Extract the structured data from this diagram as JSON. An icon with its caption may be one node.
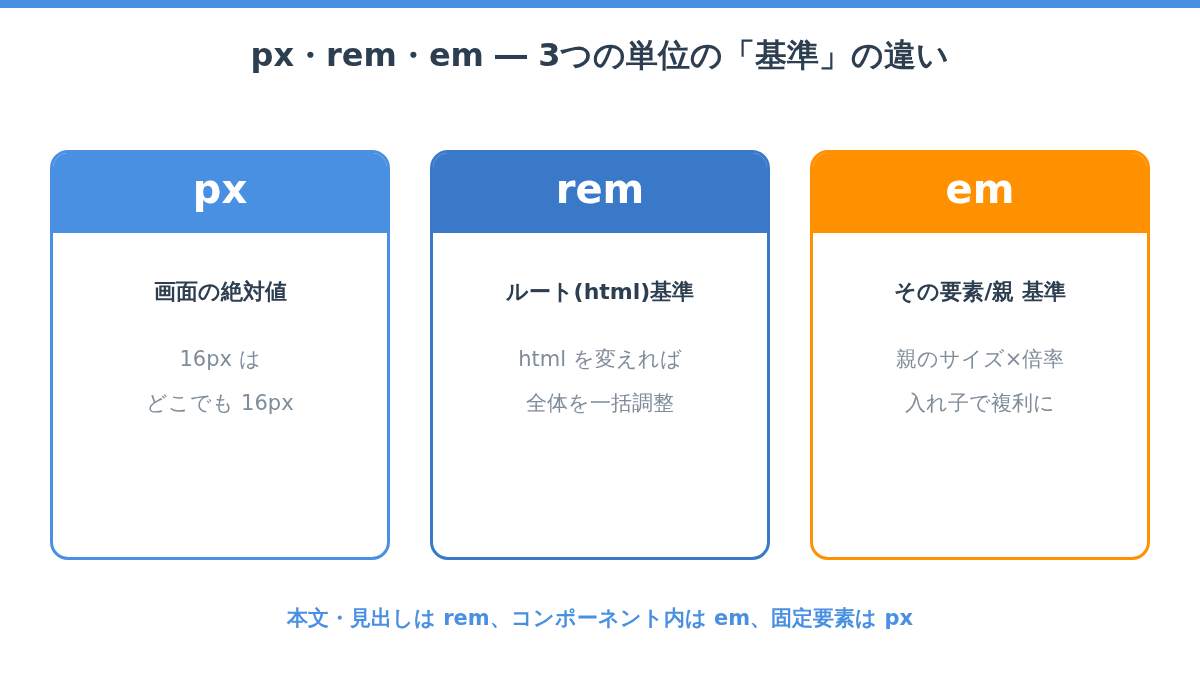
{
  "diagram": {
    "title": "px・rem・em ― 3つの単位の「基準」の違い",
    "nodes": [
      {
        "text": [
          "px",
          "画面の絶対値",
          "16px は",
          "どこでも 16px"
        ]
      },
      {
        "text": [
          "rem",
          "ルート(html)基準",
          "html を変えれば",
          "全体を一括調整"
        ]
      },
      {
        "text": [
          "em",
          "その要素/親 基準",
          "親のサイズ×倍率",
          "入れ子で複利に"
        ]
      }
    ],
    "caption": "本文・見出しは rem、コンポーネント内は em、固定要素は px"
  }
}
